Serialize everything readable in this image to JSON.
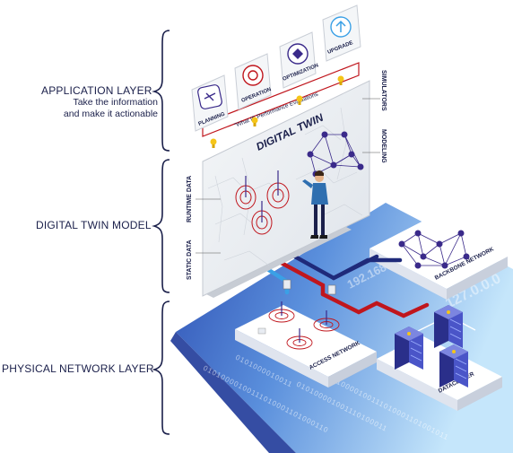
{
  "layers": {
    "application": {
      "title": "APPLICATION LAYER",
      "subtitle_line1": "Take the information",
      "subtitle_line2": "and make it actionable"
    },
    "digital_twin": {
      "title": "DIGITAL TWIN MODEL"
    },
    "physical": {
      "title": "PHYSICAL NETWORK LAYER"
    }
  },
  "applications": [
    {
      "label": "PLANNING",
      "icon": "planning-icon"
    },
    {
      "label": "OPERATION",
      "icon": "gear-icon"
    },
    {
      "label": "OPTIMIZATION",
      "icon": "optimization-icon"
    },
    {
      "label": "UPGRADE",
      "icon": "upgrade-icon"
    }
  ],
  "what_if_banner": "\"What If\" Performance Evaluations",
  "twin_panel": {
    "title": "DIGITAL TWIN",
    "simulators": "SIMULATORS",
    "modeling": "MODELING",
    "runtime_data": "RUNTIME DATA",
    "static_data": "STATIC DATA"
  },
  "network": {
    "backbone": "BACKBONE NETWORK",
    "access": "ACCESS NETWORK",
    "datacenter": "DATACENTER",
    "ip_text_1": "192.168.0.0",
    "ip_text_2": "127.0.0.0",
    "binary_1": "0101000010011",
    "binary_2": "01010000100111010001101000110",
    "binary_3": "010100001001110100011",
    "binary_4": "01010000100111010001101001011"
  },
  "colors": {
    "navy": "#1a1f4a",
    "accent_red": "#c0161d",
    "accent_blue": "#3aa0e6",
    "dark_blue": "#1f2a7a",
    "icon_purple": "#3a2a8a",
    "bulb_yellow": "#f5c518",
    "platform_light": "#b9dcf5"
  }
}
